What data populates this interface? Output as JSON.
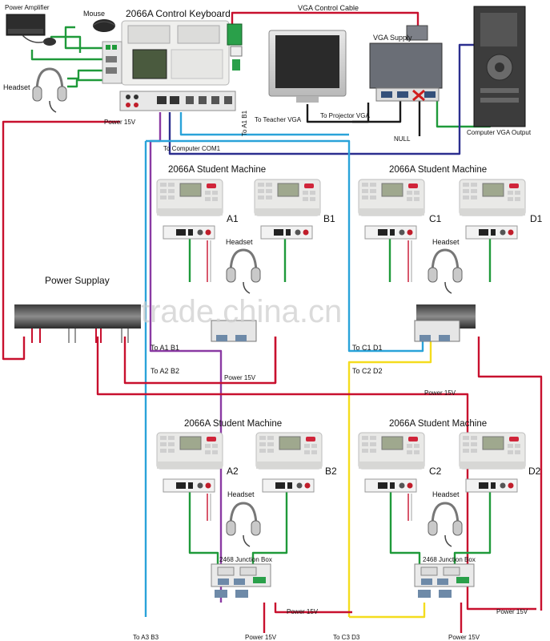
{
  "labels": {
    "power_amplifier": "Power Amplifier",
    "mouse": "Mouse",
    "control_keyboard": "2066A Control Keyboard",
    "vga_control_cable": "VGA Control Cable",
    "vga_supply": "VGA Supply",
    "headset": "Headset",
    "power_15v": "Power 15V",
    "to_a1b1_vertical": "To A1 B1",
    "to_teacher_vga": "To Teacher VGA",
    "to_projector_vga": "To Projector VGA",
    "null": "NULL",
    "computer_vga_output": "Computer  VGA Output",
    "to_computer_com1": "To Computer COM1",
    "power_supply": "Power Supplay",
    "watermark": "trade.china.cn",
    "junction_box": "2468 Junction Box"
  },
  "student_machine_title": "2066A Student Machine",
  "groups": [
    {
      "id": "top-left",
      "left": "A1",
      "right": "B1",
      "to_label": "To A1 B1",
      "to_label2": "To A2 B2",
      "power": "Power 15V"
    },
    {
      "id": "top-right",
      "left": "C1",
      "right": "D1",
      "to_label": "To C1 D1",
      "to_label2": "To C2 D2",
      "power": "Power 15V"
    },
    {
      "id": "bottom-left",
      "left": "A2",
      "right": "B2",
      "bottom_label": "To A3 B3",
      "power": "Power 15V",
      "power_bottom": "Power 15V"
    },
    {
      "id": "bottom-right",
      "left": "C2",
      "right": "D2",
      "bottom_label": "To C3 D3",
      "power": "Power 15V",
      "power_bottom": "Power 15V"
    }
  ],
  "colors": {
    "red": "#c8102e",
    "green": "#1f9a3a",
    "blue": "#2aa3d9",
    "purple": "#8a3aa3",
    "yellow": "#f4dc1e",
    "navy": "#2c2f8f",
    "gray": "#7d7d7d"
  }
}
